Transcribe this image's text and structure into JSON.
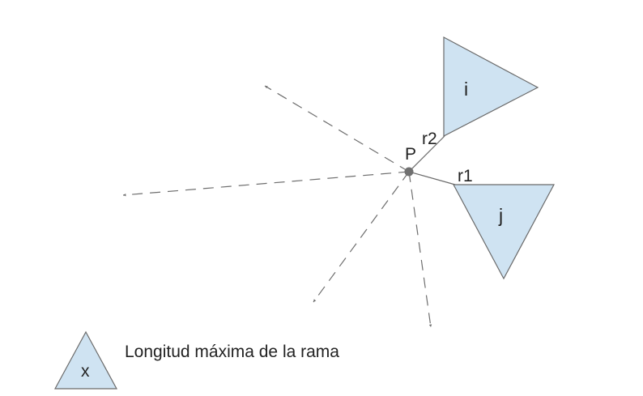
{
  "diagram": {
    "point_label": "P",
    "branch_labels": {
      "r1": "r1",
      "r2": "r2"
    },
    "triangle_labels": {
      "i": "i",
      "j": "j"
    }
  },
  "legend": {
    "symbol_label": "x",
    "description": "Longitud máxima de la rama"
  },
  "colors": {
    "triangle_fill": "#cfe3f2",
    "triangle_stroke": "#6a6a6a",
    "arrow": "#6e6e6e",
    "point": "#707070"
  }
}
